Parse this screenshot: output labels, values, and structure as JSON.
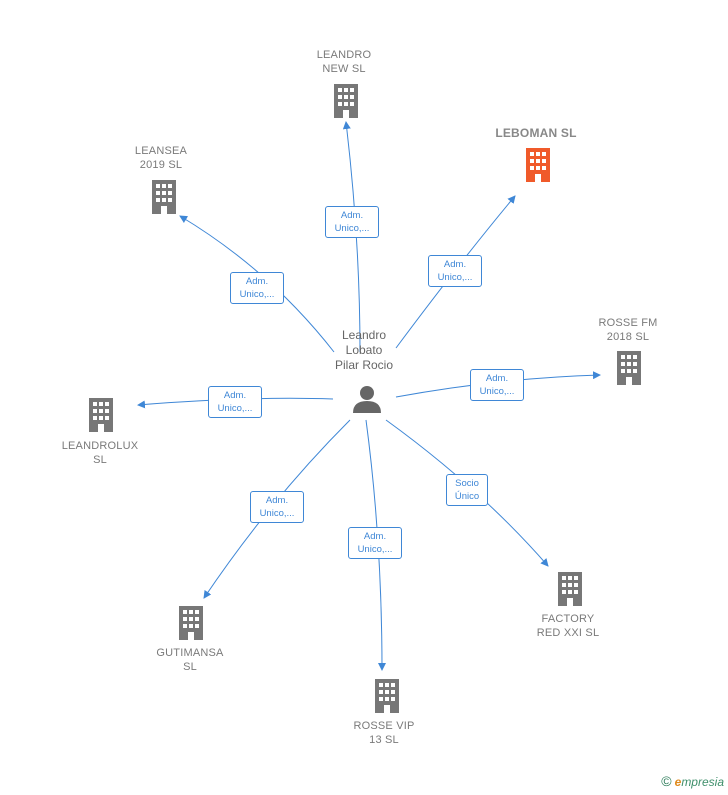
{
  "center": {
    "name": "Leandro\nLobato\nPilar Rocio"
  },
  "colors": {
    "link": "#3f87d6",
    "building": "#777777",
    "highlight": "#f05a2a"
  },
  "nodes": [
    {
      "id": "leandro-new",
      "name": "LEANDRO\nNEW  SL",
      "highlight": false
    },
    {
      "id": "leboman",
      "name": "LEBOMAN  SL",
      "highlight": true
    },
    {
      "id": "leansea",
      "name": "LEANSEA\n2019  SL",
      "highlight": false
    },
    {
      "id": "rosse-fm",
      "name": "ROSSE FM\n2018  SL",
      "highlight": false
    },
    {
      "id": "leandrolux",
      "name": "LEANDROLUX\nSL",
      "highlight": false
    },
    {
      "id": "factory",
      "name": "FACTORY\nRED XXI  SL",
      "highlight": false
    },
    {
      "id": "gutimansa",
      "name": "GUTIMANSA\nSL",
      "highlight": false
    },
    {
      "id": "rosse-vip",
      "name": "ROSSE VIP\n13  SL",
      "highlight": false
    }
  ],
  "edges": [
    {
      "to": "leandro-new",
      "line1": "Adm.",
      "line2": "Unico,..."
    },
    {
      "to": "leboman",
      "line1": "Adm.",
      "line2": "Unico,..."
    },
    {
      "to": "leansea",
      "line1": "Adm.",
      "line2": "Unico,..."
    },
    {
      "to": "rosse-fm",
      "line1": "Adm.",
      "line2": "Unico,..."
    },
    {
      "to": "leandrolux",
      "line1": "Adm.",
      "line2": "Unico,..."
    },
    {
      "to": "factory",
      "line1": "Socio",
      "line2": "Único"
    },
    {
      "to": "gutimansa",
      "line1": "Adm.",
      "line2": "Unico,..."
    },
    {
      "to": "rosse-vip",
      "line1": "Adm.",
      "line2": "Unico,..."
    }
  ],
  "brand": {
    "copyright": "©",
    "first": "e",
    "rest": "mpresia"
  }
}
